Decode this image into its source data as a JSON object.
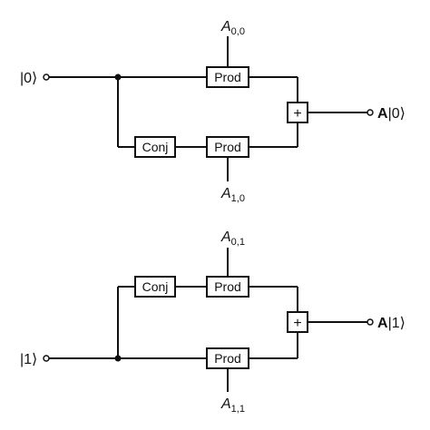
{
  "top": {
    "input": "|0⟩",
    "output_bold": "A",
    "output_ket": "|0⟩",
    "coef_top": {
      "base": "A",
      "sub": "0,0"
    },
    "coef_bottom": {
      "base": "A",
      "sub": "1,0"
    },
    "prod_top": "Prod",
    "prod_bottom": "Prod",
    "conj": "Conj",
    "sum": "+"
  },
  "bottom": {
    "input": "|1⟩",
    "output_bold": "A",
    "output_ket": "|1⟩",
    "coef_top": {
      "base": "A",
      "sub": "0,1"
    },
    "coef_bottom": {
      "base": "A",
      "sub": "1,1"
    },
    "prod_top": "Prod",
    "prod_bottom": "Prod",
    "conj": "Conj",
    "sum": "+"
  }
}
